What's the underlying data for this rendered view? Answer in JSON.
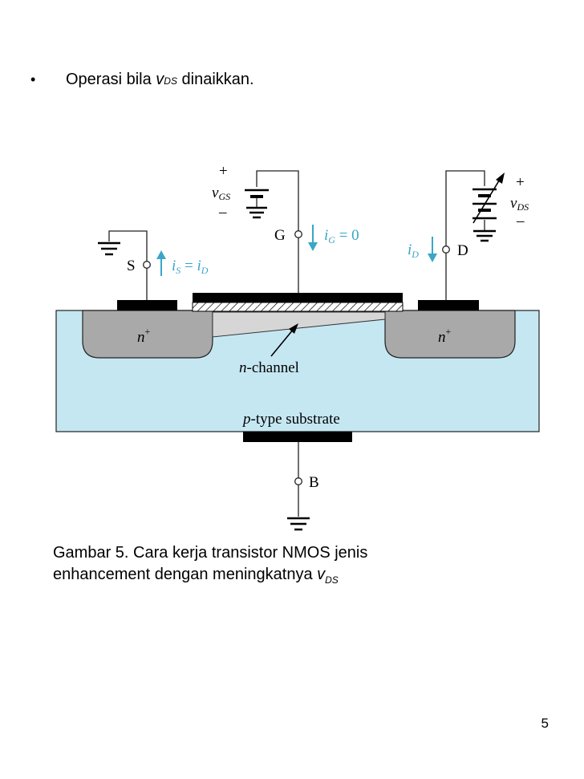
{
  "bullet": {
    "dot": "•",
    "text_prefix": "Operasi bila ",
    "var": "v",
    "var_sub": "DS",
    "text_suffix": " dinaikkan."
  },
  "diagram": {
    "colors": {
      "substrate": "#c5e7f2",
      "n_region": "#a9a9a9",
      "channel": "#d6d6d6",
      "arrow_blue": "#3aa6c8",
      "metal": "#000000"
    },
    "labels": {
      "gate_terminal": "G",
      "source_terminal": "S",
      "drain_terminal": "D",
      "body_terminal": "B",
      "vgs_plus": "+",
      "vgs_minus": "–",
      "vgs_var": "v",
      "vgs_sub": "GS",
      "vds_plus": "+",
      "vds_minus": "–",
      "vds_var": "v",
      "vds_sub": "DS",
      "ig_var": "i",
      "ig_sub": "G",
      "ig_rest": " = 0",
      "is_var": "i",
      "is_sub": "S",
      "is_eq": " = ",
      "is_var2": "i",
      "is_sub2": "D",
      "id_var": "i",
      "id_sub": "D",
      "n_plus_left_base": "n",
      "n_plus_left_sup": "+",
      "n_plus_right_base": "n",
      "n_plus_right_sup": "+",
      "n_channel_var": "n",
      "n_channel_rest": "-channel",
      "substrate_var": "p",
      "substrate_rest": "-type substrate"
    }
  },
  "caption": {
    "line1": "Gambar 5. Cara kerja transistor NMOS jenis",
    "line2_prefix": "enhancement dengan meningkatnya ",
    "var": "v",
    "var_sub": "DS"
  },
  "page_number": "5"
}
